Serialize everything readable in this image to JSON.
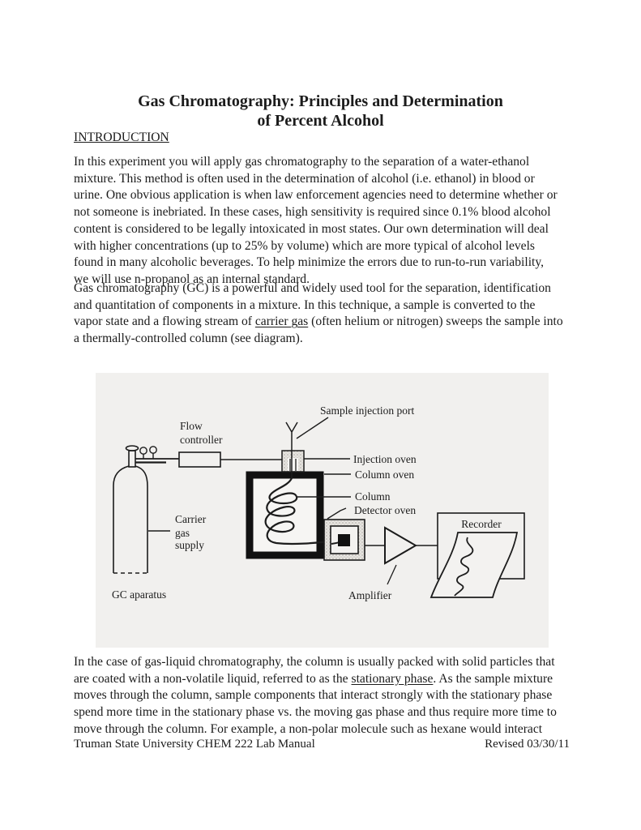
{
  "document": {
    "title_line1": "Gas Chromatography: Principles and Determination",
    "title_line2": "of Percent Alcohol",
    "section_heading": "INTRODUCTION",
    "paragraph1": "In this experiment you will apply gas chromatography to the separation of a water-ethanol\nmixture. This method is often used in the determination of alcohol (i.e. ethanol) in blood or\nurine. One obvious application is when law enforcement agencies need to determine whether or\nnot someone is inebriated. In these cases, high sensitivity is required since 0.1% blood alcohol\ncontent is considered to be legally intoxicated in most states. Our own determination will deal\nwith higher concentrations (up to 25% by volume) which are more typical of alcohol levels\nfound in many alcoholic beverages.  To help minimize the errors due to run-to-run variability,\nwe will use n-propanol as an internal standard.",
    "paragraph2_part1": "Gas chromatography (GC) is a powerful and widely used tool for the separation, identification\nand quantitation of components in a mixture. In this technique, a sample is converted to the\nvapor state and a flowing stream of ",
    "paragraph2_underline": "carrier gas",
    "paragraph2_part2": " (often helium or nitrogen) sweeps the sample into\na thermally-controlled column (see diagram).",
    "paragraph3_part1": "In the case of gas-liquid chromatography, the column is usually packed with solid particles that\nare coated with a non-volatile liquid, referred to as the ",
    "paragraph3_underline": "stationary phase",
    "paragraph3_part2": ". As the sample mixture\nmoves through the column, sample components that interact strongly with the stationary phase\nspend more time in the stationary phase vs. the moving gas phase and thus require more time to\nmove through the column. For example, a non-polar molecule such as hexane would interact",
    "footer_left": "Truman State University CHEM 222 Lab Manual",
    "footer_right": "Revised 03/30/11"
  },
  "diagram": {
    "background_color": "#f1f0ee",
    "ink_color": "#1c1c1c",
    "labels": {
      "flow_controller": [
        "Flow",
        "controller"
      ],
      "sample_injection_port": "Sample injection port",
      "injection_oven": "Injection oven",
      "column_oven": "Column oven",
      "column": "Column",
      "detector_oven": "Detector oven",
      "carrier_gas_supply": [
        "Carrier",
        "gas",
        "supply"
      ],
      "gc_apparatus": "GC aparatus",
      "amplifier": "Amplifier",
      "recorder": "Recorder"
    }
  }
}
